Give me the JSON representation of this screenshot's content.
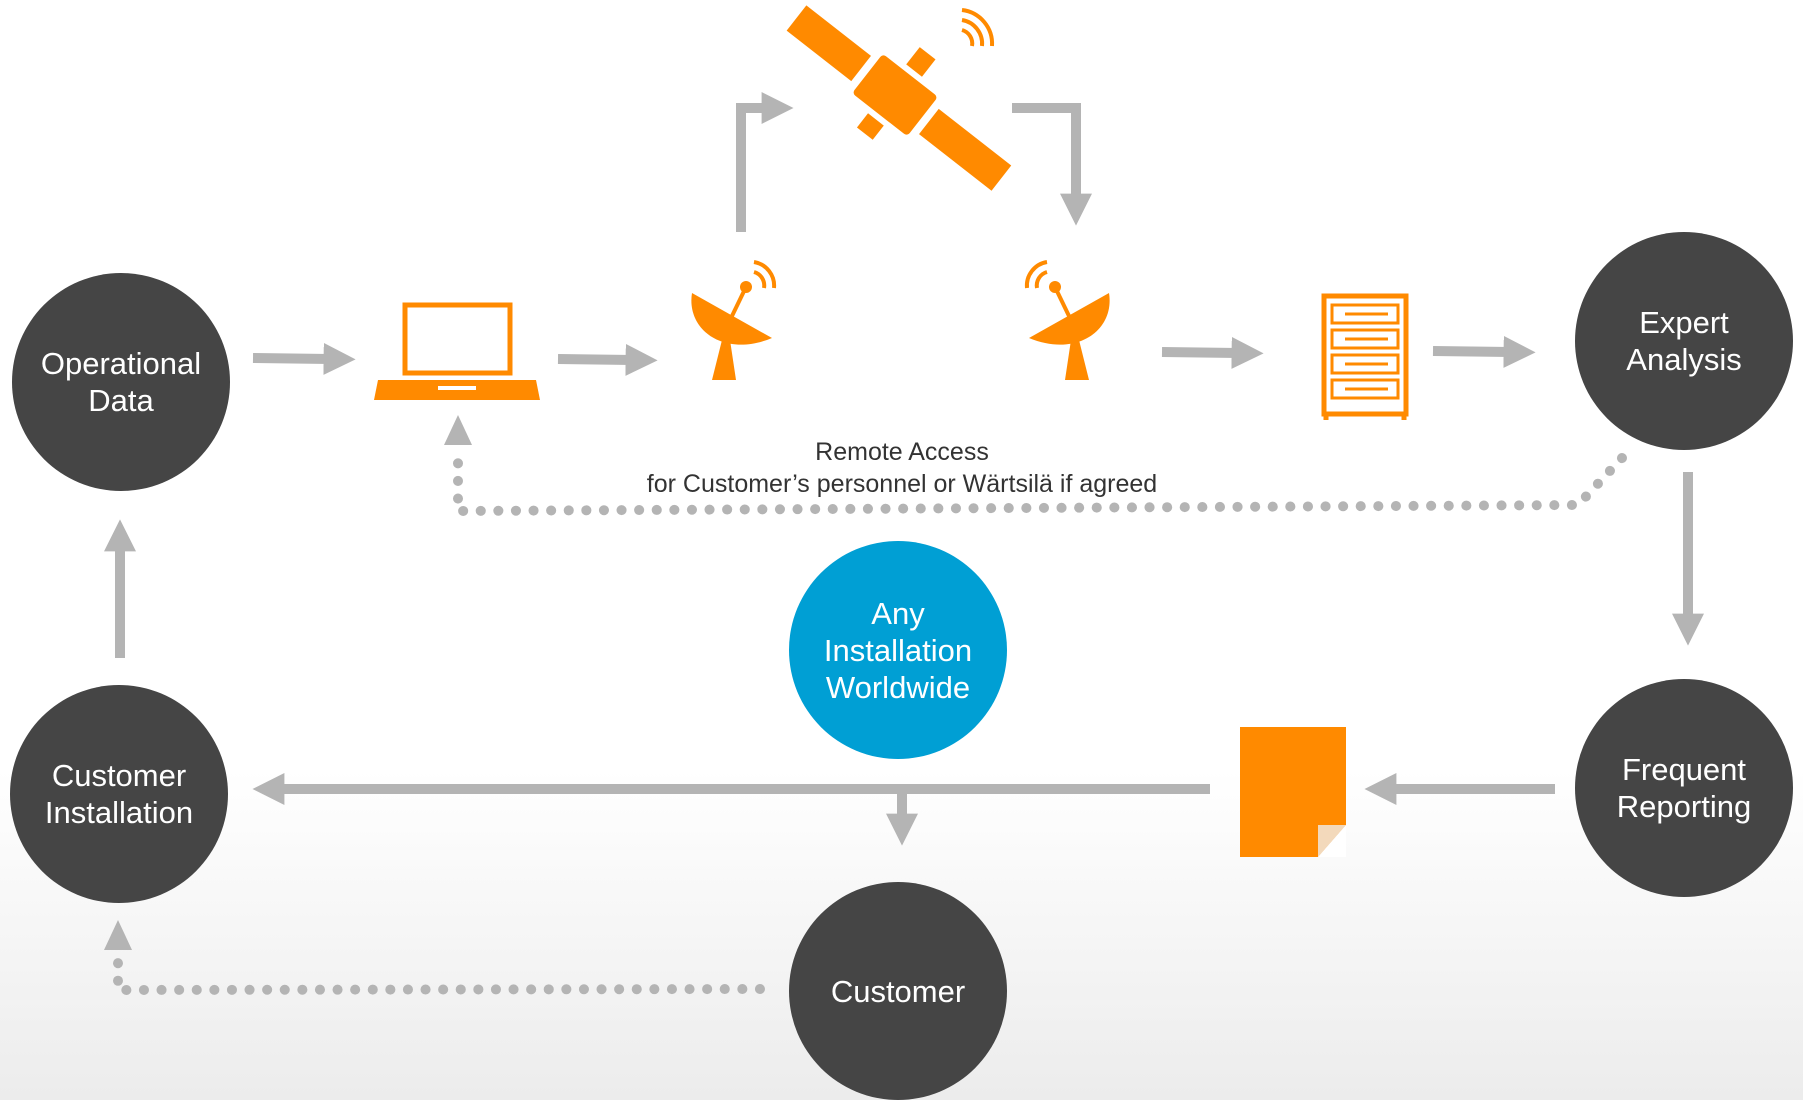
{
  "colors": {
    "node_fill": "#454545",
    "accent_blue": "#009fd4",
    "icon_orange": "#ff8a00",
    "arrow_gray": "#b4b4b4",
    "text_dark": "#333333"
  },
  "nodes": {
    "operational_data": "Operational\nData",
    "expert_analysis": "Expert\nAnalysis",
    "frequent_reporting": "Frequent\nReporting",
    "customer_installation": "Customer\nInstallation",
    "customer": "Customer",
    "any_installation": "Any\nInstallation\nWorldwide"
  },
  "remote_access": {
    "line1": "Remote Access",
    "line2": "for Customer’s personnel or Wärtsilä if agreed"
  },
  "icons": {
    "laptop": "laptop-icon",
    "dish_left": "satellite-dish-icon",
    "satellite": "satellite-icon",
    "dish_right": "satellite-dish-icon",
    "server": "server-rack-icon",
    "report": "report-document-icon"
  }
}
